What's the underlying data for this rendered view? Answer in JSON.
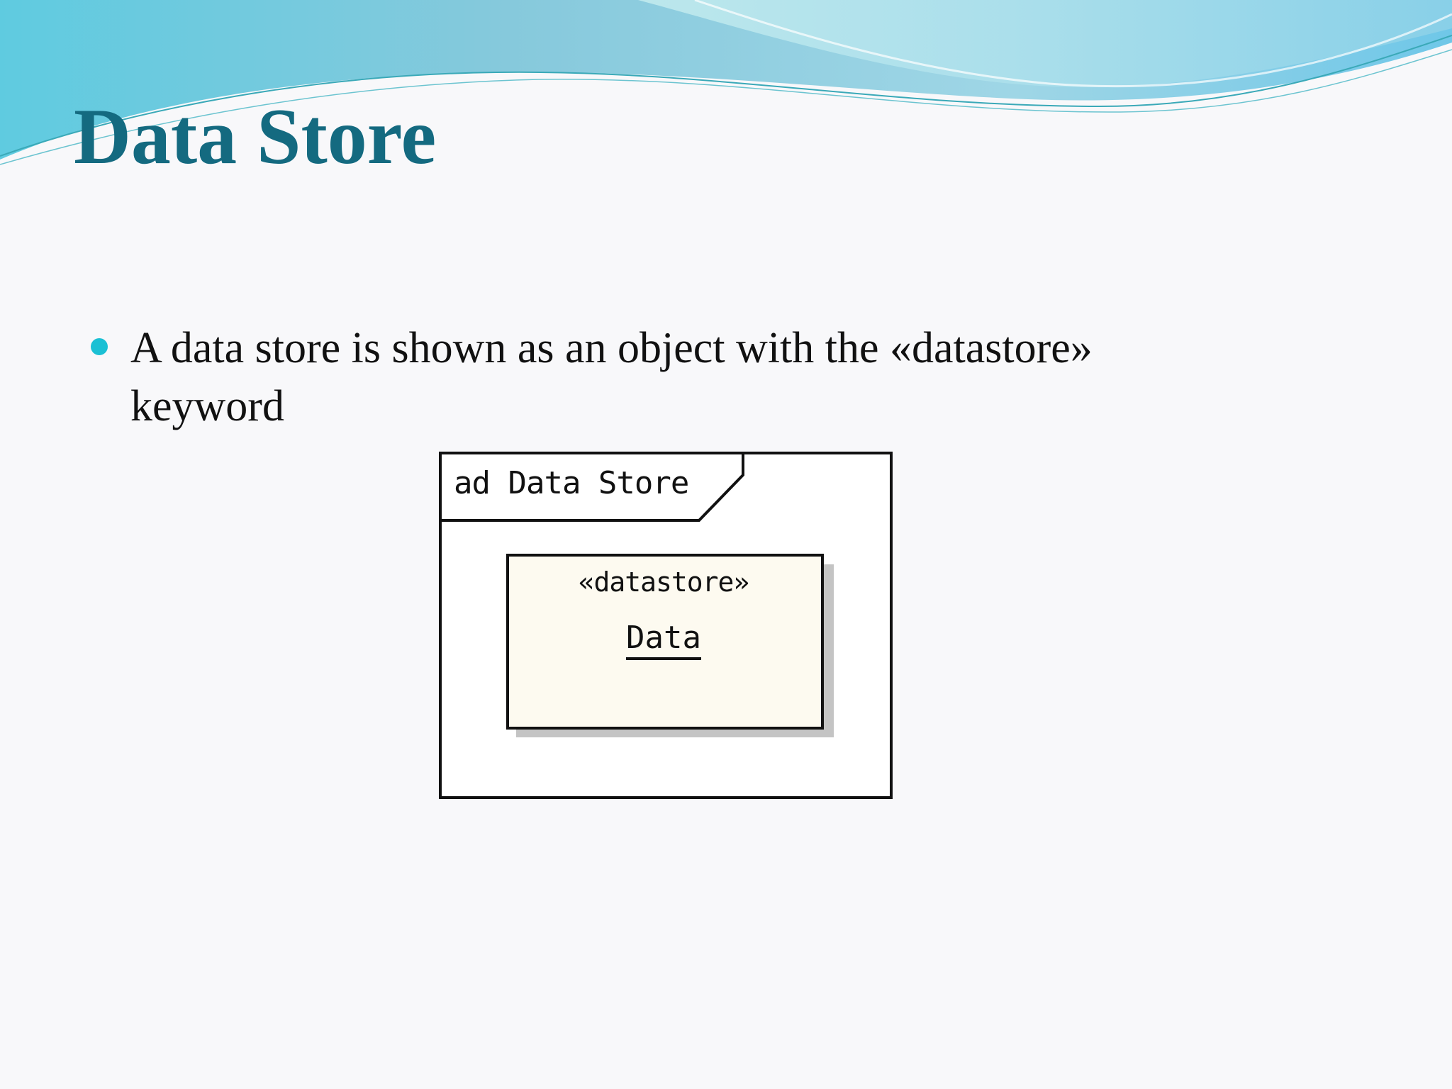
{
  "slide": {
    "title": "Data Store",
    "bullets": [
      "A data store is shown as an object with the «datastore» keyword"
    ]
  },
  "diagram": {
    "frame_label": "ad Data Store",
    "node": {
      "keyword": "«datastore»",
      "name": "Data"
    }
  },
  "colors": {
    "title": "#146a80",
    "bullet": "#1bc0d4",
    "node_fill": "#fdfaf0",
    "node_shadow": "#c4c4c4"
  }
}
